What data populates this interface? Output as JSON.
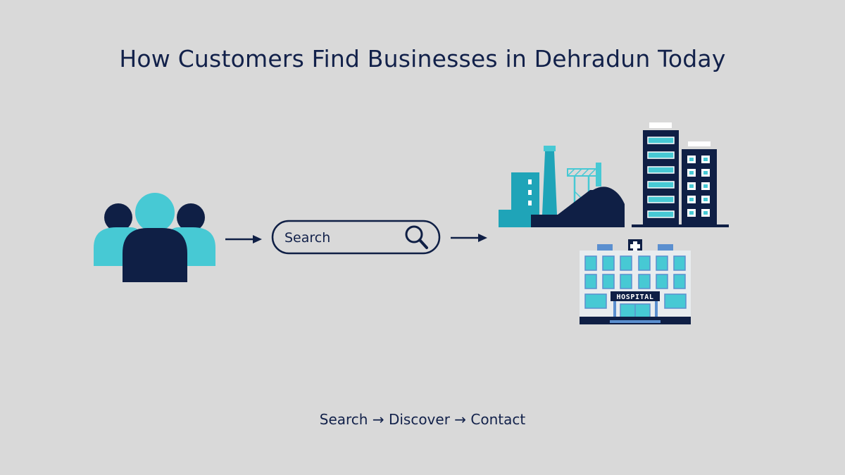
{
  "title": "How Customers Find Businesses in Dehradun Today",
  "search_box": {
    "label": "Search",
    "icon": "search-icon"
  },
  "hospital_sign": "HOSPITAL",
  "footer": "Search → Discover → Contact",
  "icons": {
    "customers": "people-group-icon",
    "arrow": "arrow-right-icon",
    "factory": "factory-icon",
    "office": "office-buildings-icon",
    "hospital": "hospital-icon"
  },
  "colors": {
    "background": "#d9d9d9",
    "navy": "#0f1f45",
    "teal": "#47c9d4",
    "teal_dark": "#1fa4b8",
    "light_blue": "#5b8fcf"
  }
}
